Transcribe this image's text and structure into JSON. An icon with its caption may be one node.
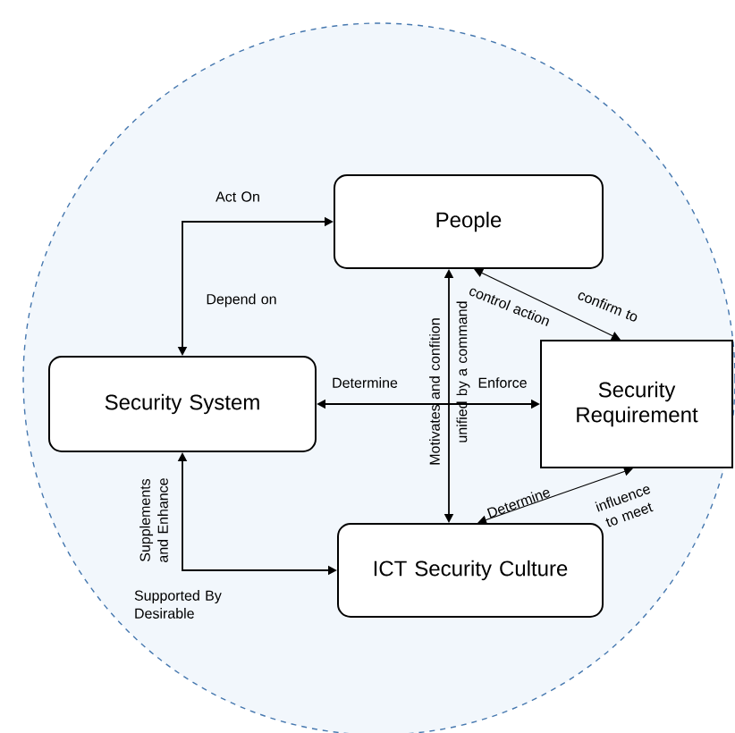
{
  "diagram": {
    "nodes": [
      {
        "text": [
          "People"
        ]
      },
      {
        "text": [
          "Security System"
        ]
      },
      {
        "text": [
          "Security Requirement"
        ]
      },
      {
        "text": [
          "ICT Security Culture"
        ]
      }
    ],
    "edges": [
      {
        "from": 0,
        "to": 1,
        "arrow": "both",
        "label": "Act On"
      },
      {
        "from": 1,
        "to": 3,
        "arrow": "both",
        "label": "Supplements and Enhance"
      },
      {
        "from": 1,
        "to": 2,
        "arrow": "both",
        "label": "Determine"
      },
      {
        "from": 0,
        "to": 3,
        "arrow": "both",
        "label": "Motivates and confition"
      },
      {
        "from": 0,
        "to": 2,
        "arrow": "both",
        "label": "control action"
      },
      {
        "from": 3,
        "to": 2,
        "arrow": "both",
        "label": "Determine"
      }
    ],
    "labels": [
      "Depend on",
      "Enforce",
      "unified by a command",
      "confirm to",
      "influence to meet",
      "Supported By Desirable"
    ]
  }
}
